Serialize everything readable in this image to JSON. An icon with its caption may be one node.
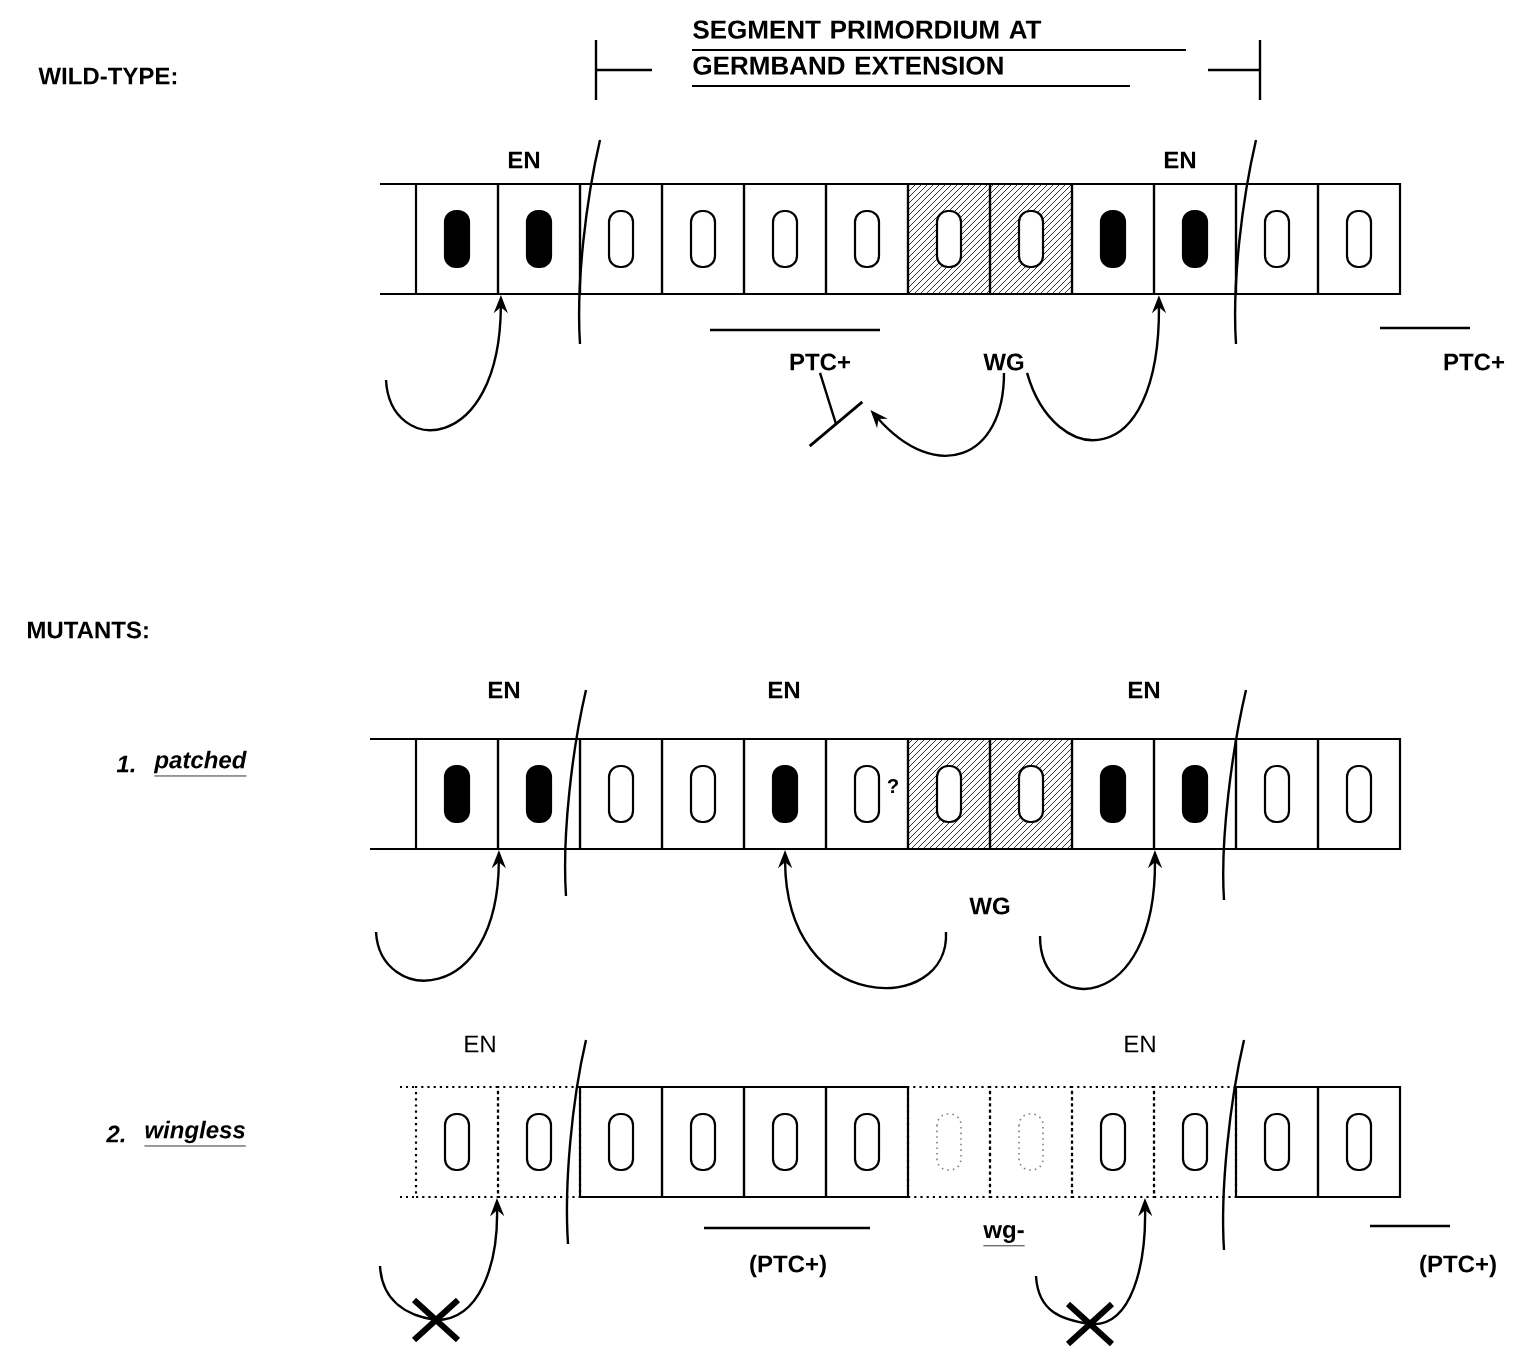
{
  "diagram": {
    "nodes": [
      {
        "text": [],
        "shape": "box"
      },
      {
        "text": [],
        "shape": "box"
      },
      {
        "text": [],
        "shape": "box"
      },
      {
        "text": [],
        "shape": "box"
      },
      {
        "text": [],
        "shape": "box"
      },
      {
        "text": [],
        "shape": "box"
      },
      {
        "text": [],
        "shape": "box"
      },
      {
        "text": [],
        "shape": "box"
      },
      {
        "text": [],
        "shape": "box"
      },
      {
        "text": [],
        "shape": "box"
      },
      {
        "text": [],
        "shape": "box"
      },
      {
        "text": [],
        "shape": "box"
      },
      {
        "text": [
          "PTC+"
        ]
      },
      {
        "text": [
          "WG"
        ]
      },
      {
        "text": [],
        "shape": "box"
      },
      {
        "text": [],
        "shape": "box"
      },
      {
        "text": [],
        "shape": "box"
      },
      {
        "text": [],
        "shape": "box"
      },
      {
        "text": [],
        "shape": "box"
      },
      {
        "text": [
          "?"
        ]
      },
      {
        "text": [],
        "shape": "box"
      },
      {
        "text": [],
        "shape": "box"
      },
      {
        "text": [],
        "shape": "box"
      },
      {
        "text": [],
        "shape": "box"
      },
      {
        "text": [],
        "shape": "box"
      },
      {
        "text": [],
        "shape": "box"
      },
      {
        "text": [],
        "shape": "box"
      },
      {
        "text": [],
        "shape": "box"
      },
      {
        "text": [],
        "shape": "box"
      },
      {
        "text": [],
        "shape": "box"
      },
      {
        "text": [],
        "shape": "box"
      },
      {
        "text": [],
        "shape": "box"
      },
      {
        "text": [],
        "shape": "box"
      },
      {
        "text": [],
        "shape": "box"
      },
      {
        "text": [],
        "shape": "box"
      },
      {
        "text": [],
        "shape": "box"
      },
      {
        "text": [],
        "shape": "box"
      },
      {
        "text": [],
        "shape": "box"
      },
      {
        "text": [],
        "shape": "cross"
      },
      {
        "text": [],
        "shape": "cross"
      },
      {
        "text": [],
        "shape": "bar"
      }
    ],
    "edges": [
      {
        "from": null,
        "to": 1,
        "arrow": "to"
      },
      {
        "from": 12,
        "to": 40,
        "arrow": "none"
      },
      {
        "from": 13,
        "to": 40,
        "arrow": "to"
      },
      {
        "from": 13,
        "to": 9,
        "arrow": "to"
      },
      {
        "from": null,
        "to": 15,
        "arrow": "to"
      },
      {
        "from": null,
        "to": 18,
        "arrow": "to"
      },
      {
        "from": null,
        "to": 23,
        "arrow": "to"
      },
      {
        "from": 38,
        "to": 27,
        "arrow": "to"
      },
      {
        "from": 39,
        "to": 35,
        "arrow": "to"
      }
    ],
    "labels": [
      "WILD-TYPE:",
      "SEGMENT PRIMORDIUM AT GERMBAND EXTENSION",
      "EN",
      "EN",
      "PTC+",
      "MUTANTS:",
      "1.",
      "patched",
      "EN",
      "EN",
      "EN",
      "WG",
      "2.",
      "wingless",
      "EN",
      "EN",
      "(PTC+)",
      "wg-",
      "(PTC+)"
    ]
  }
}
